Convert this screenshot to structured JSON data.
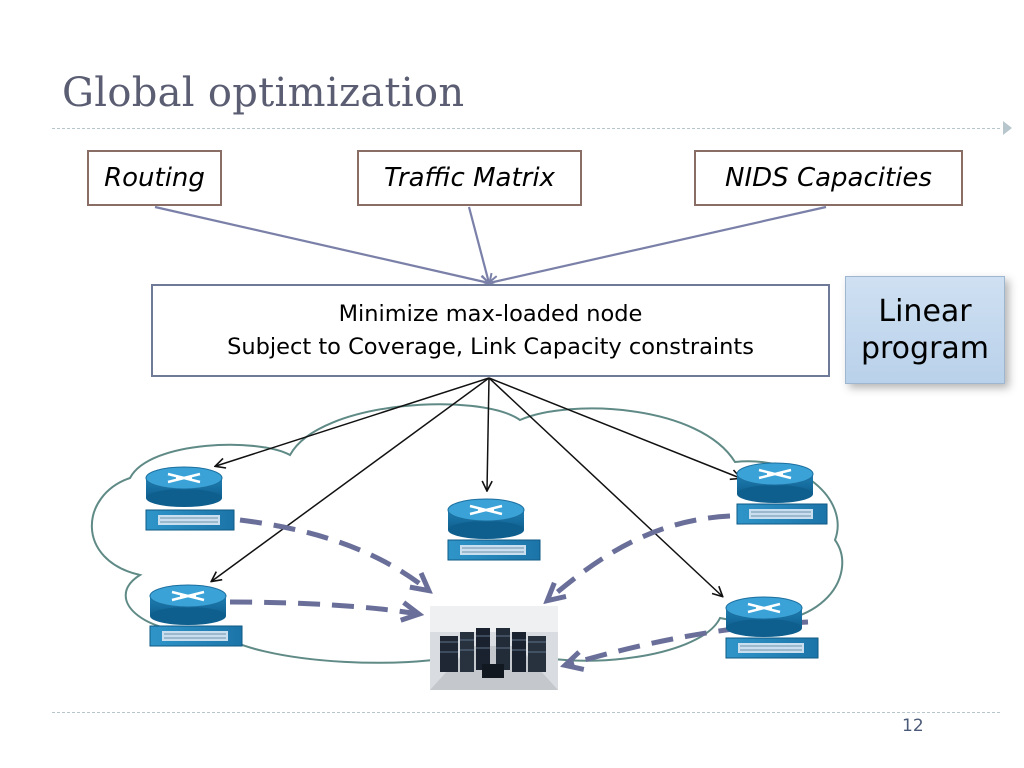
{
  "slide": {
    "title": "Global optimization",
    "page_number": "12"
  },
  "inputs": [
    {
      "label": "Routing"
    },
    {
      "label": "Traffic Matrix"
    },
    {
      "label": "NIDS Capacities"
    }
  ],
  "lp_box": {
    "line1": "Minimize max-loaded node",
    "line2": "Subject to Coverage, Link Capacity constraints"
  },
  "badge": {
    "line1": "Linear",
    "line2": "program"
  },
  "colors": {
    "title": "#5b5e73",
    "input_border": "#8a6e66",
    "feed_arrow": "#7a80a8",
    "dashed_arrow": "#6a6f9a",
    "cloud_outline": "#5f8a86",
    "router_top": "#2b8fc4",
    "badge_fill": "#c4d8ee"
  },
  "icons": {
    "router": "router-icon",
    "datacenter": "datacenter-icon"
  }
}
